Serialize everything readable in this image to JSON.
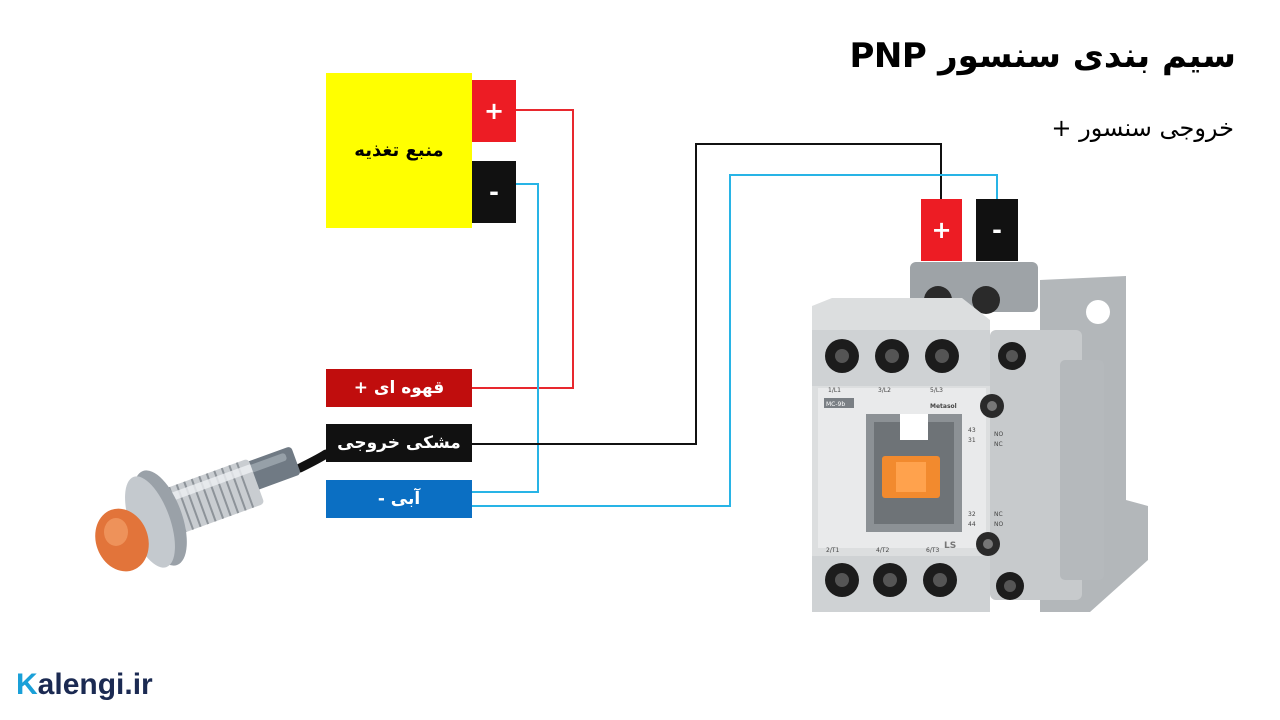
{
  "title": "سیم بندی سنسور PNP",
  "subtitle": "خروجی سنسور +",
  "power_supply": {
    "label": "منبع تغذیه",
    "positive_terminal": "+",
    "negative_terminal": "-"
  },
  "sensor_wires": {
    "brown": "قهوه ای +",
    "black": "مشکی خروجی",
    "blue": "آبی -"
  },
  "contactor_terminals": {
    "positive": "+",
    "negative": "-"
  },
  "contactor_print": {
    "model": "MC-9b",
    "brand": "Metasol",
    "logo": "LS",
    "top_terminals": [
      "1/L1",
      "3/L2",
      "5/L3"
    ],
    "bottom_terminals": [
      "2/T1",
      "4/T2",
      "6/T3"
    ],
    "aux_top": [
      "43",
      "31",
      "NO",
      "NC"
    ],
    "aux_bottom": [
      "32",
      "44",
      "NC",
      "NO"
    ]
  },
  "watermark": {
    "k": "K",
    "rest": "alengi.ir"
  },
  "colors": {
    "wire_red": "#e8282e",
    "wire_black": "#111111",
    "wire_blue": "#28b4e6",
    "psu_yellow": "#ffff00",
    "label_brown": "#c00d0d",
    "label_blue": "#0b6fc3"
  }
}
